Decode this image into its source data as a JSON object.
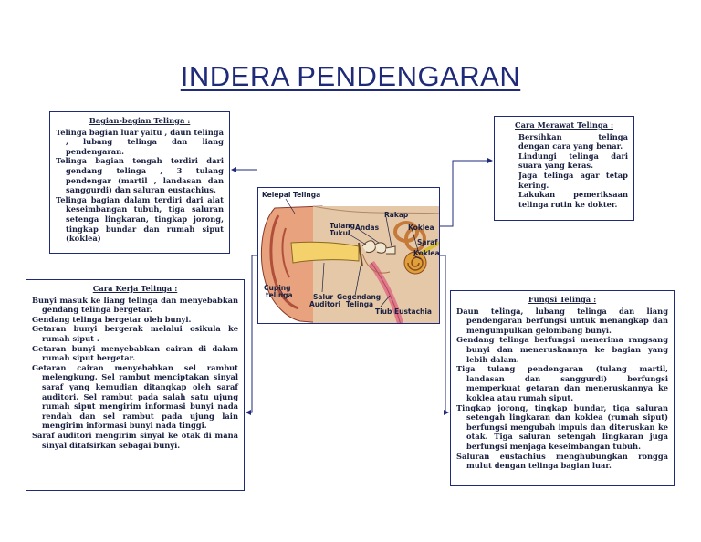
{
  "title": "INDERA PENDENGARAN",
  "bagian": {
    "heading": "Bagian-bagian Telinga :",
    "items": [
      "Telinga bagian luar yaitu , daun telinga , lubang telinga dan liang pendengaran.",
      "Telinga bagian tengah terdiri dari gendang telinga , 3 tulang pendengar (martil , landasan dan sanggurdi) dan saluran eustachius.",
      "Telinga bagian dalam terdiri dari alat keseimbangan tubuh, tiga saluran setenga lingkaran, tingkap jorong, tingkap bundar dan rumah siput (koklea)"
    ]
  },
  "merawat": {
    "heading": "Cara Merawat Telinga :",
    "items": [
      "Bersihkan telinga dengan cara yang benar.",
      "Lindungi telinga dari suara yang keras.",
      "Jaga telinga agar tetap kering.",
      "Lakukan pemeriksaan telinga rutin ke dokter."
    ]
  },
  "kerja": {
    "heading": "Cara Kerja Telinga :",
    "items": [
      "Bunyi masuk ke liang telinga dan menyebabkan gendang telinga bergetar.",
      "Gendang telinga bergetar oleh bunyi.",
      "Getaran bunyi bergerak melalui osikula ke rumah siput .",
      "Getaran bunyi menyebabkan cairan di dalam rumah siput bergetar.",
      "Getaran cairan menyebabkan sel rambut melengkung. Sel rambut menciptakan sinyal saraf yang kemudian ditangkap oleh saraf auditori. Sel rambut pada salah satu ujung rumah siput mengirim informasi bunyi nada rendah dan sel rambut pada ujung lain mengirim informasi bunyi nada tinggi.",
      "Saraf auditori mengirim sinyal ke otak di mana sinyal ditafsirkan sebagai bunyi."
    ]
  },
  "fungsi": {
    "heading": "Fungsi Telinga :",
    "items": [
      "Daun telinga, lubang telinga dan liang pendengaran berfungsi untuk menangkap dan mengumpulkan gelombang bunyi.",
      "Gendang telinga berfungsi menerima rangsang bunyi dan meneruskannya ke bagian yang lebih dalam.",
      "Tiga tulang pendengaran (tulang martil, landasan dan sanggurdi) berfungsi memperkuat getaran dan meneruskannya ke koklea atau rumah siput.",
      "Tingkap jorong, tingkap bundar, tiga saluran setengah lingkaran dan koklea (rumah siput) berfungsi mengubah impuls dan diteruskan ke otak. Tiga saluran setengah lingkaran juga berfungsi menjaga keseimbangan tubuh.",
      "Saluran eustachius menghubungkan rongga mulut dengan telinga bagian luar."
    ]
  },
  "diagram": {
    "labels": {
      "kelepai": "Kelepai Telinga",
      "tulang": "Tulang",
      "tukul": "Tukul",
      "andas": "Andas",
      "rakap": "Rakap",
      "koklea1": "Koklea",
      "saraf": "Saraf",
      "koklea2": "Koklea",
      "cuping": "Cuping",
      "telinga": "telinga",
      "salur": "Salur",
      "auditori": "Auditori",
      "gegendang": "Gegendang",
      "telinga2": "Telinga",
      "tiub": "Tiub Eustachia"
    }
  },
  "colors": {
    "border": "#1f2a78",
    "title": "#1f2a78",
    "text": "#1a2040",
    "skin": "#e8a27e",
    "canal": "#f4d16a"
  }
}
